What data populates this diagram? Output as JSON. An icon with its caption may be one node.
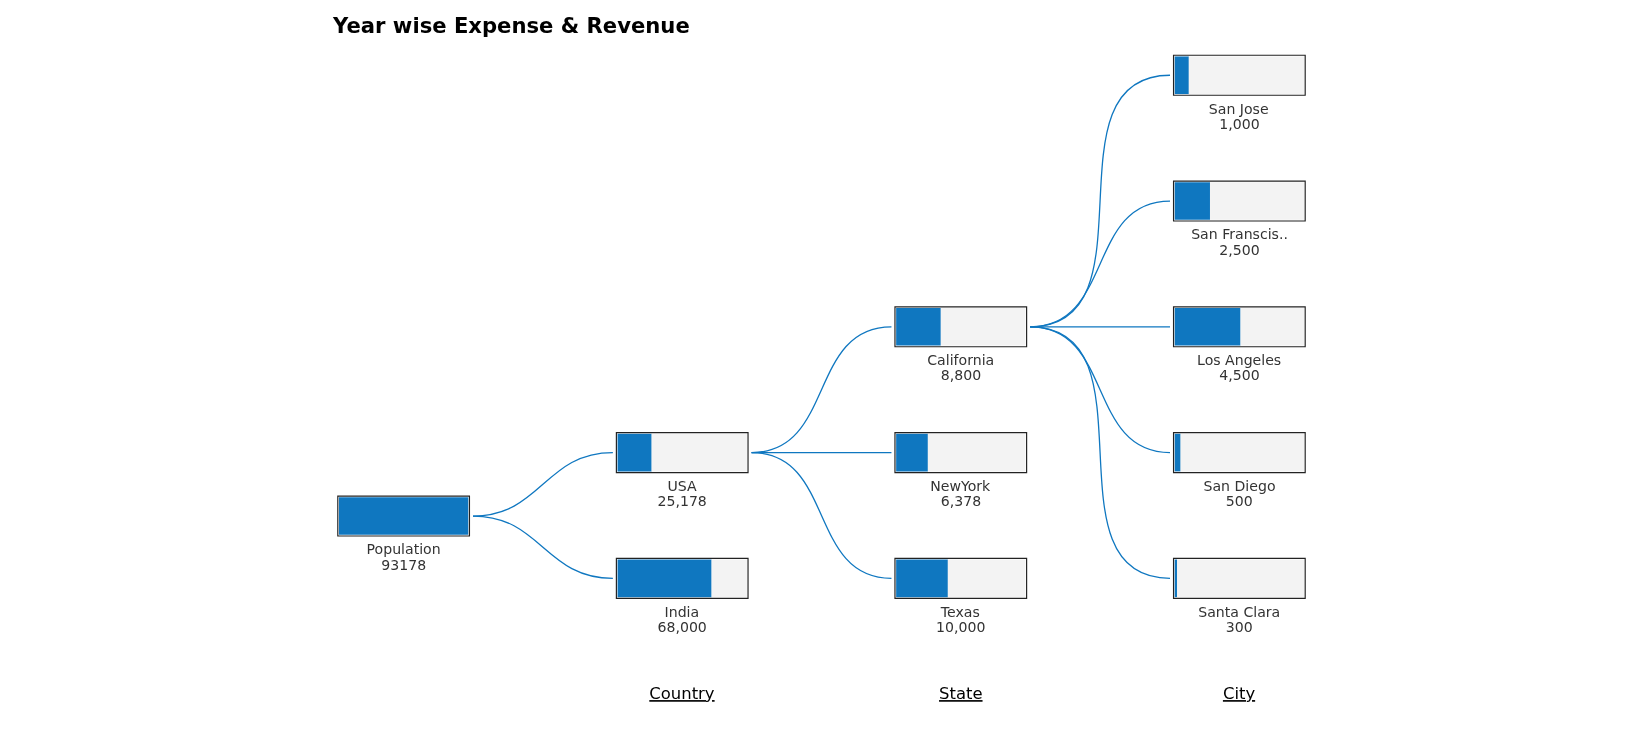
{
  "diagram": {
    "title": "Year wise Expense & Revenue",
    "nodes": [
      {
        "text": [
          "Population",
          "93178"
        ]
      },
      {
        "text": [
          "USA",
          "25,178"
        ]
      },
      {
        "text": [
          "India",
          "68,000"
        ]
      },
      {
        "text": [
          "California",
          "8,800"
        ]
      },
      {
        "text": [
          "NewYork",
          "6,378"
        ]
      },
      {
        "text": [
          "Texas",
          "10,000"
        ]
      },
      {
        "text": [
          "San Jose",
          "1,000"
        ]
      },
      {
        "text": [
          "San Franscis..",
          "2,500"
        ]
      },
      {
        "text": [
          "Los Angeles",
          "4,500"
        ]
      },
      {
        "text": [
          "San Diego",
          "500"
        ]
      },
      {
        "text": [
          "Santa Clara",
          "300"
        ]
      }
    ],
    "edges": [
      {
        "from": 0,
        "to": 1,
        "arrow": "none"
      },
      {
        "from": 0,
        "to": 2,
        "arrow": "none"
      },
      {
        "from": 1,
        "to": 3,
        "arrow": "none"
      },
      {
        "from": 1,
        "to": 4,
        "arrow": "none"
      },
      {
        "from": 1,
        "to": 5,
        "arrow": "none"
      },
      {
        "from": 3,
        "to": 6,
        "arrow": "none"
      },
      {
        "from": 3,
        "to": 7,
        "arrow": "none"
      },
      {
        "from": 3,
        "to": 8,
        "arrow": "none"
      },
      {
        "from": 3,
        "to": 9,
        "arrow": "none"
      },
      {
        "from": 3,
        "to": 10,
        "arrow": "none"
      }
    ],
    "labels": [
      "Country",
      "State",
      "City"
    ]
  }
}
